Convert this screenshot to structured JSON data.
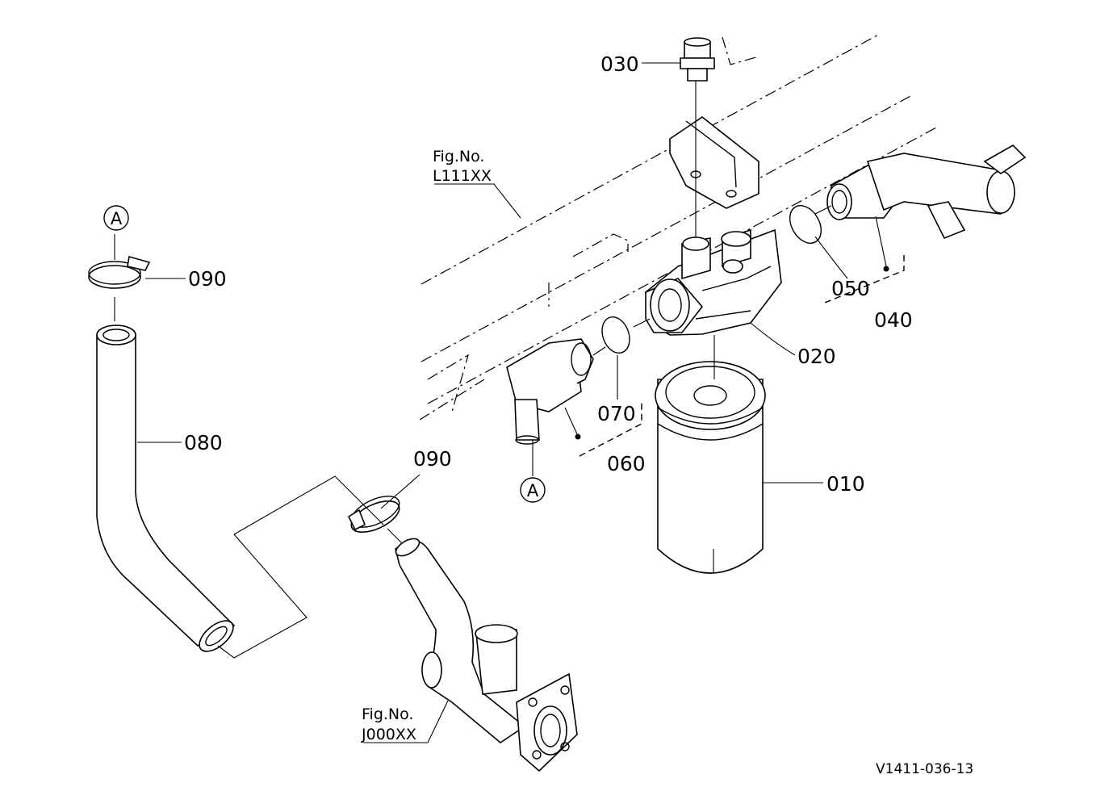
{
  "parts": {
    "p010": "010",
    "p020": "020",
    "p030": "030",
    "p040": "040",
    "p050": "050",
    "p060": "060",
    "p070": "070",
    "p080": "080",
    "p090_top": "090",
    "p090_mid": "090"
  },
  "refs": {
    "fig_label_1": "Fig.No.",
    "fig_num_1": "L111XX",
    "fig_label_2": "Fig.No.",
    "fig_num_2": "J000XX"
  },
  "markers": {
    "a_top": "A",
    "a_bottom": "A"
  },
  "drawing_id": "V1411-036-13"
}
